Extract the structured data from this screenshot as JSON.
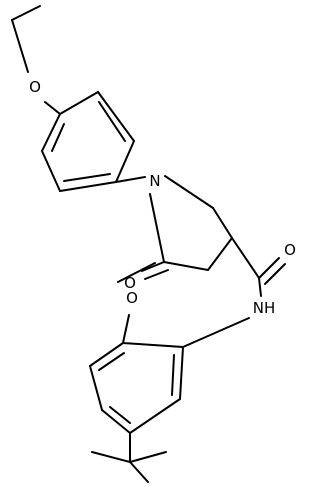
{
  "structure": {
    "atoms": {
      "o_ethoxy": "O",
      "n_ring": "N",
      "o_lactam": "O",
      "o_amide": "O",
      "n_amide": "NH",
      "o_methoxy": "O"
    },
    "colors": {
      "bond": "#000000",
      "label": "#000000",
      "background": "#ffffff"
    }
  }
}
